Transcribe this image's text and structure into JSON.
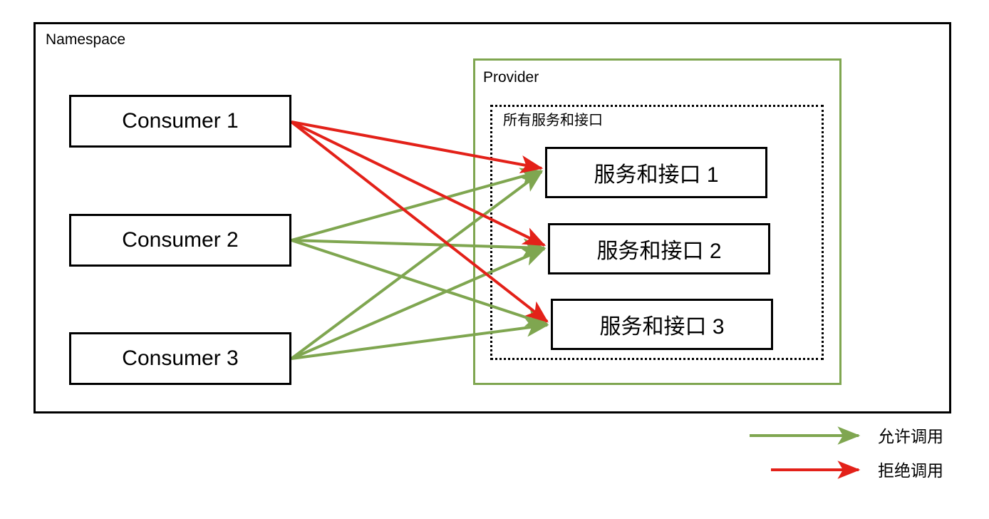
{
  "diagram": {
    "namespace": {
      "label": "Namespace"
    },
    "provider": {
      "label": "Provider",
      "border_color": "#7FA650"
    },
    "all_services_group": {
      "label": "所有服务和接口"
    },
    "consumers": [
      {
        "label": "Consumer 1"
      },
      {
        "label": "Consumer 2"
      },
      {
        "label": "Consumer 3"
      }
    ],
    "services": [
      {
        "label": "服务和接口 1"
      },
      {
        "label": "服务和接口 2"
      },
      {
        "label": "服务和接口 3"
      }
    ],
    "colors": {
      "allow": "#7FA650",
      "deny": "#E32119",
      "box_border": "#000000",
      "background": "#ffffff"
    },
    "edges": [
      {
        "from": "Consumer 1",
        "to": "服务和接口 1",
        "type": "deny"
      },
      {
        "from": "Consumer 1",
        "to": "服务和接口 2",
        "type": "deny"
      },
      {
        "from": "Consumer 1",
        "to": "服务和接口 3",
        "type": "deny"
      },
      {
        "from": "Consumer 2",
        "to": "服务和接口 1",
        "type": "allow"
      },
      {
        "from": "Consumer 2",
        "to": "服务和接口 2",
        "type": "allow"
      },
      {
        "from": "Consumer 2",
        "to": "服务和接口 3",
        "type": "allow"
      },
      {
        "from": "Consumer 3",
        "to": "服务和接口 1",
        "type": "allow"
      },
      {
        "from": "Consumer 3",
        "to": "服务和接口 2",
        "type": "allow"
      },
      {
        "from": "Consumer 3",
        "to": "服务和接口 3",
        "type": "allow"
      }
    ]
  },
  "legend": {
    "allow_label": "允许调用",
    "deny_label": "拒绝调用"
  }
}
